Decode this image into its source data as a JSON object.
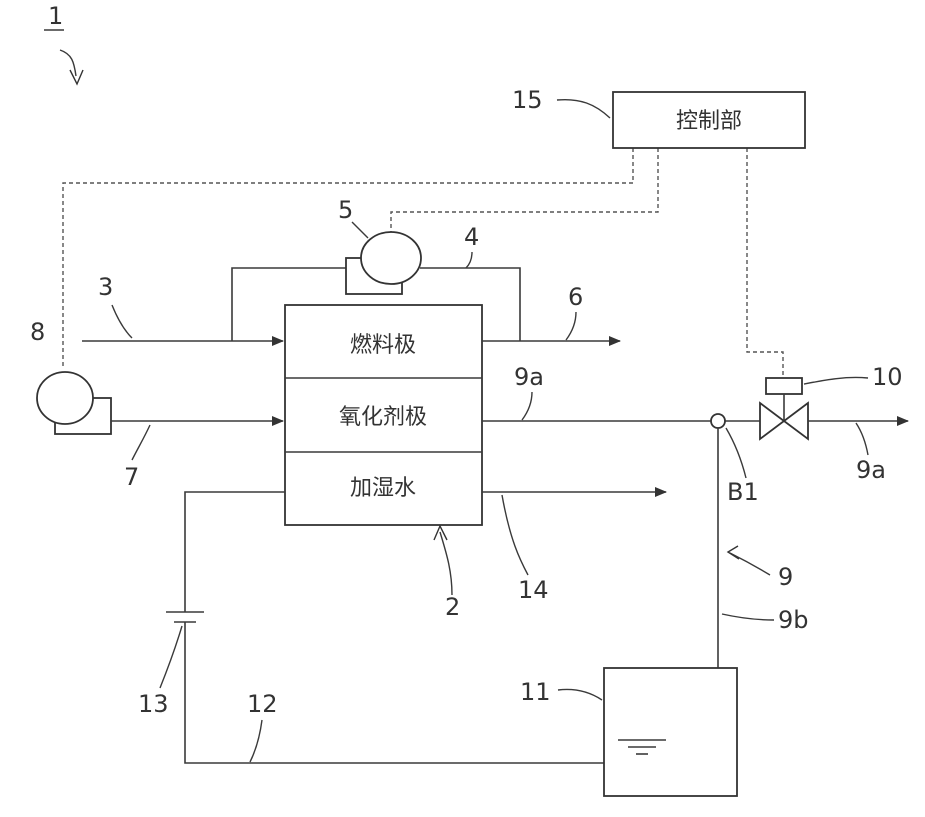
{
  "labels": {
    "system": "1",
    "stack": "2",
    "fuel_pipe": "3",
    "recirc_pipe": "4",
    "recirc_pump": "5",
    "fuel_exhaust": "6",
    "air_pipe": "7",
    "air_pump": "8",
    "drain_line": "9",
    "drain_upstream": "9a",
    "drain_downstream": "9a",
    "drain_branch": "9b",
    "valve": "10",
    "tank": "11",
    "water_pipe": "12",
    "water_device": "13",
    "water_exhaust": "14",
    "controller_ref": "15",
    "branch_point": "B1"
  },
  "stack_layers": {
    "fuel": "燃料极",
    "oxidant": "氧化剂极",
    "humid": "加湿水"
  },
  "controller": {
    "text": "控制部"
  }
}
